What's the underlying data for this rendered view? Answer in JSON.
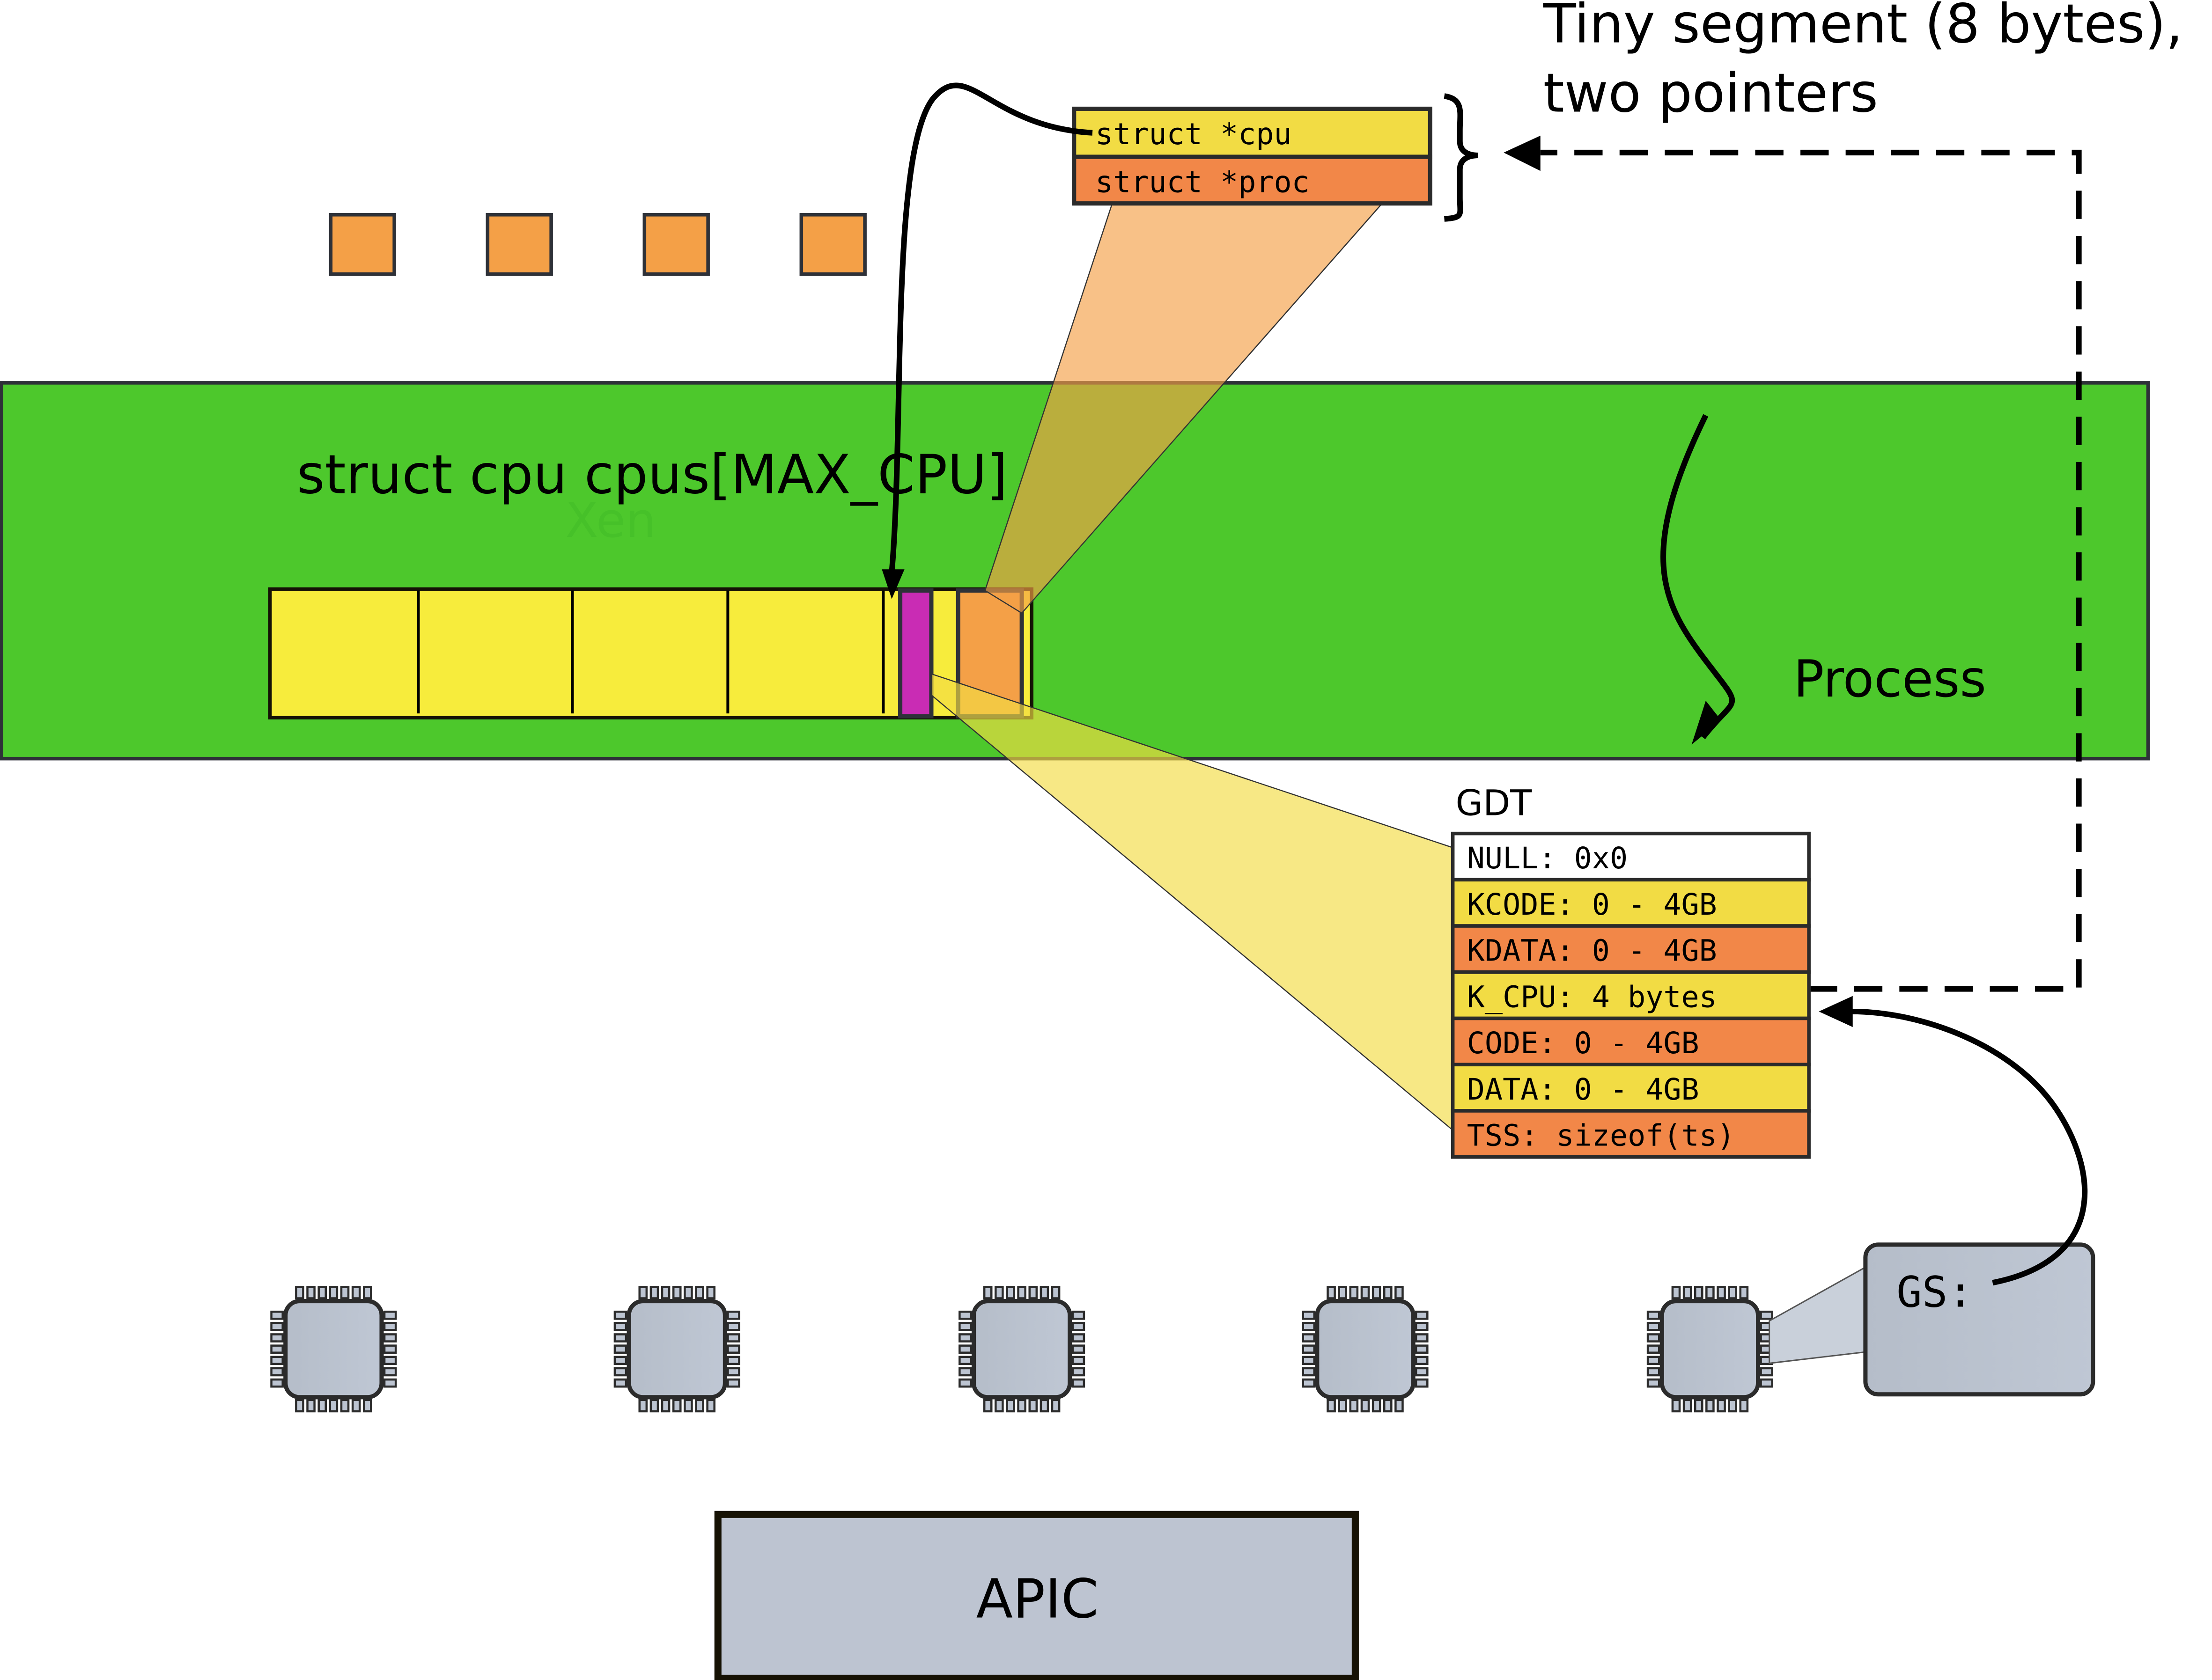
{
  "title_annotation": {
    "line1": "Tiny segment (8 bytes),",
    "line2": "two pointers"
  },
  "tiny_segment": {
    "rows": [
      {
        "label": "struct *cpu",
        "color": "#f2dc44"
      },
      {
        "label": "struct *proc",
        "color": "#f28748"
      }
    ]
  },
  "small_squares": {
    "count": 4,
    "color": "#f4a047"
  },
  "xen_region": {
    "label": "struct cpu cpus[MAX_CPU]",
    "ghost_label": "Xen",
    "color": "#4dc82c",
    "process_label": "Process"
  },
  "cpus_array": {
    "cell_color": "#f7ec3c",
    "highlight_color": "#c92cb4",
    "orange_cell_color": "#f4a047"
  },
  "gdt": {
    "title": "GDT",
    "rows": [
      {
        "label": "NULL: 0x0",
        "color": "#ffffff"
      },
      {
        "label": "KCODE: 0 - 4GB",
        "color": "#f2dc44"
      },
      {
        "label": "KDATA: 0 - 4GB",
        "color": "#f28748"
      },
      {
        "label": "K_CPU: 4 bytes",
        "color": "#f2dc44"
      },
      {
        "label": "CODE: 0 - 4GB",
        "color": "#f28748"
      },
      {
        "label": "DATA: 0 - 4GB",
        "color": "#f2dc44"
      },
      {
        "label": "TSS: sizeof(ts)",
        "color": "#f28748"
      }
    ]
  },
  "cpus": {
    "count": 5,
    "chip_color": "#bcc4d1"
  },
  "gs_register": {
    "label": "GS:"
  },
  "apic": {
    "label": "APIC",
    "color": "#bdc4d1"
  }
}
